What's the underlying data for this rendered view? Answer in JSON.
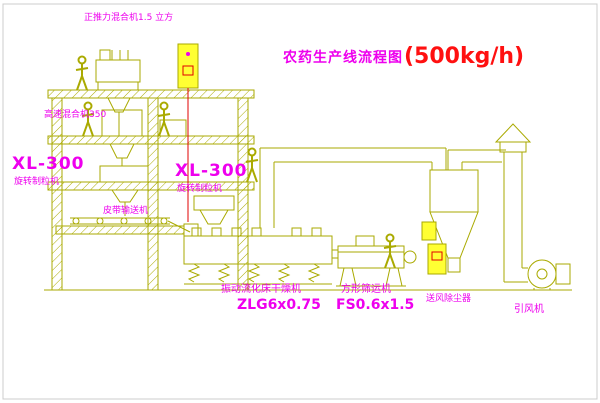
{
  "title": {
    "text": "农药生产线流程图",
    "capacity": "(500kg/h)"
  },
  "equipment_labels": {
    "top_mixer": "正推力混合机1.5 立方",
    "high_speed_mixer": "高速混合机350",
    "granulator_left": {
      "model": "XL-300",
      "name": "旋转制粒机"
    },
    "granulator_center": {
      "model": "XL-300",
      "name": "旋转制粒机"
    },
    "belt_conveyor": "皮带输送机",
    "fluid_bed_dryer": {
      "name": "振动流化床干燥机",
      "model": "ZLG6x0.75"
    },
    "square_sieve": {
      "name": "方形筛运机",
      "model": "FS0.6x1.5"
    },
    "air_duster": "送风除尘器",
    "induced_fan": "引风机"
  },
  "colors": {
    "line": "#aaaa00",
    "label_magenta": "#ee00ee",
    "title_red": "#ff1010",
    "cabinet_yellow": "#ffff33",
    "control_red": "#e00000",
    "background": "#ffffff"
  }
}
